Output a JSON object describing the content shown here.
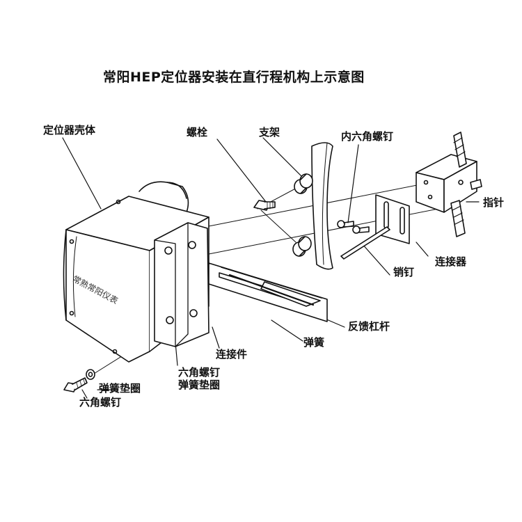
{
  "title": "常阳HEP定位器安装在直行程机构上示意图",
  "labels": {
    "housing": "定位器壳体",
    "bolt": "螺栓",
    "bracket": "支架",
    "hex_socket_screw": "内六角螺钉",
    "pointer": "指针",
    "connector": "连接器",
    "pin": "销钉",
    "feedback_lever": "反馈杠杆",
    "spring": "弹簧",
    "connecting_piece": "连接件",
    "hex_screw_1": "六角螺钉",
    "spring_washer_1": "弹簧垫圈",
    "spring_washer_2": "弹簧垫圈",
    "hex_screw_2": "六角螺钉"
  },
  "housing_text": "常熟常阳仪表"
}
